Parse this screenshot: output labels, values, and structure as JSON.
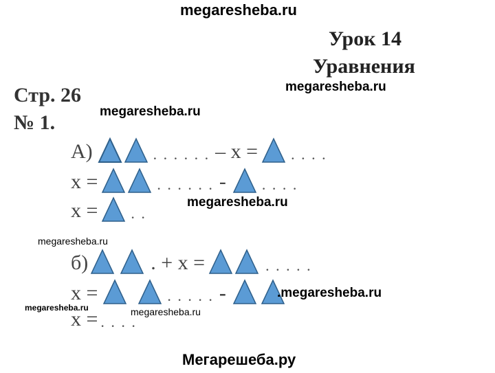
{
  "watermark_top": "megaresheba.ru",
  "lesson": {
    "title": "Урок 14",
    "subtitle": "Уравнения"
  },
  "page_ref": "Стр. 26",
  "task_ref": "№ 1.",
  "watermarks": {
    "w1": "megaresheba.ru",
    "w2": "megaresheba.ru",
    "w3": "megaresheba.ru",
    "w4": "megaresheba.ru",
    "w5": ".megaresheba.ru",
    "w6": "megaresheba.ru",
    "w7": "megaresheba.ru"
  },
  "part_a": {
    "label": "А)",
    "line1": {
      "dots1": ". . . . . .",
      "op": "– x =",
      "dots2": ". . . ."
    },
    "line2": {
      "start": "x =",
      "dots1": ". . . . . .",
      "op": "-",
      "dots2": ". . . ."
    },
    "line3": {
      "start": "x =",
      "dots": ". ."
    }
  },
  "part_b": {
    "label": "б)",
    "line1": {
      "op": ". + x =",
      "dots": ". . . . ."
    },
    "line2": {
      "start": "x =",
      "dots1": ". . . . .",
      "op": "-"
    },
    "line3": {
      "start": "x =",
      "dots": ". . . ."
    }
  },
  "footer": "Мегарешеба.ру",
  "colors": {
    "triangle_fill": "#5b9bd5",
    "triangle_stroke": "#2e5f8a"
  }
}
